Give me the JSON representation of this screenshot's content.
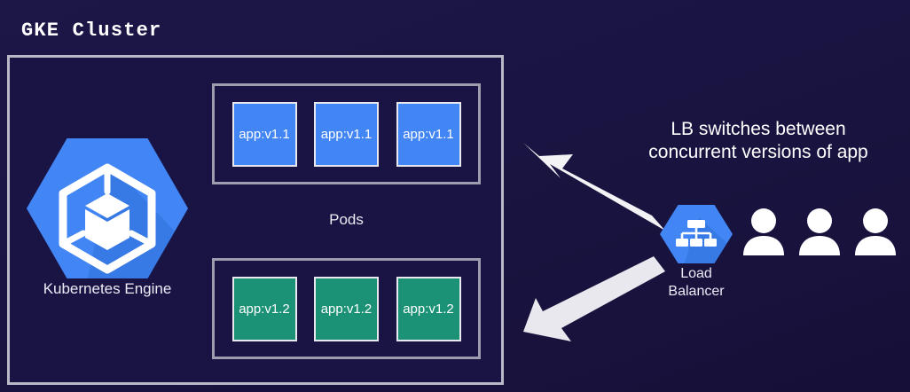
{
  "diagram": {
    "title": "GKE Cluster",
    "background_color": "#1a1442"
  },
  "cluster": {
    "node": {
      "label": "Kubernetes Engine",
      "icon": "kubernetes-engine-hexagon-icon",
      "color": "#4285f4"
    },
    "pods_label": "Pods",
    "pod_groups": [
      {
        "version_label": "app:v1.1",
        "color": "#4285f4",
        "pods": [
          "app:v1.1",
          "app:v1.1",
          "app:v1.1"
        ]
      },
      {
        "version_label": "app:v1.2",
        "color": "#1b9175",
        "pods": [
          "app:v1.2",
          "app:v1.2",
          "app:v1.2"
        ]
      }
    ]
  },
  "load_balancer": {
    "label_line1": "Load",
    "label_line2": "Balancer",
    "icon": "load-balancer-hexagon-icon",
    "color": "#4285f4"
  },
  "users": {
    "count": 3,
    "icon": "user-icon",
    "color": "#ffffff"
  },
  "caption": {
    "line1": "LB switches between",
    "line2": "concurrent versions of app"
  },
  "arrows": [
    {
      "name": "lb-to-v1-1-arrow",
      "direction": "up-left",
      "color": "#f2f2f5"
    },
    {
      "name": "lb-to-v1-2-arrow",
      "direction": "down-left",
      "color": "#e6e6ec"
    }
  ]
}
